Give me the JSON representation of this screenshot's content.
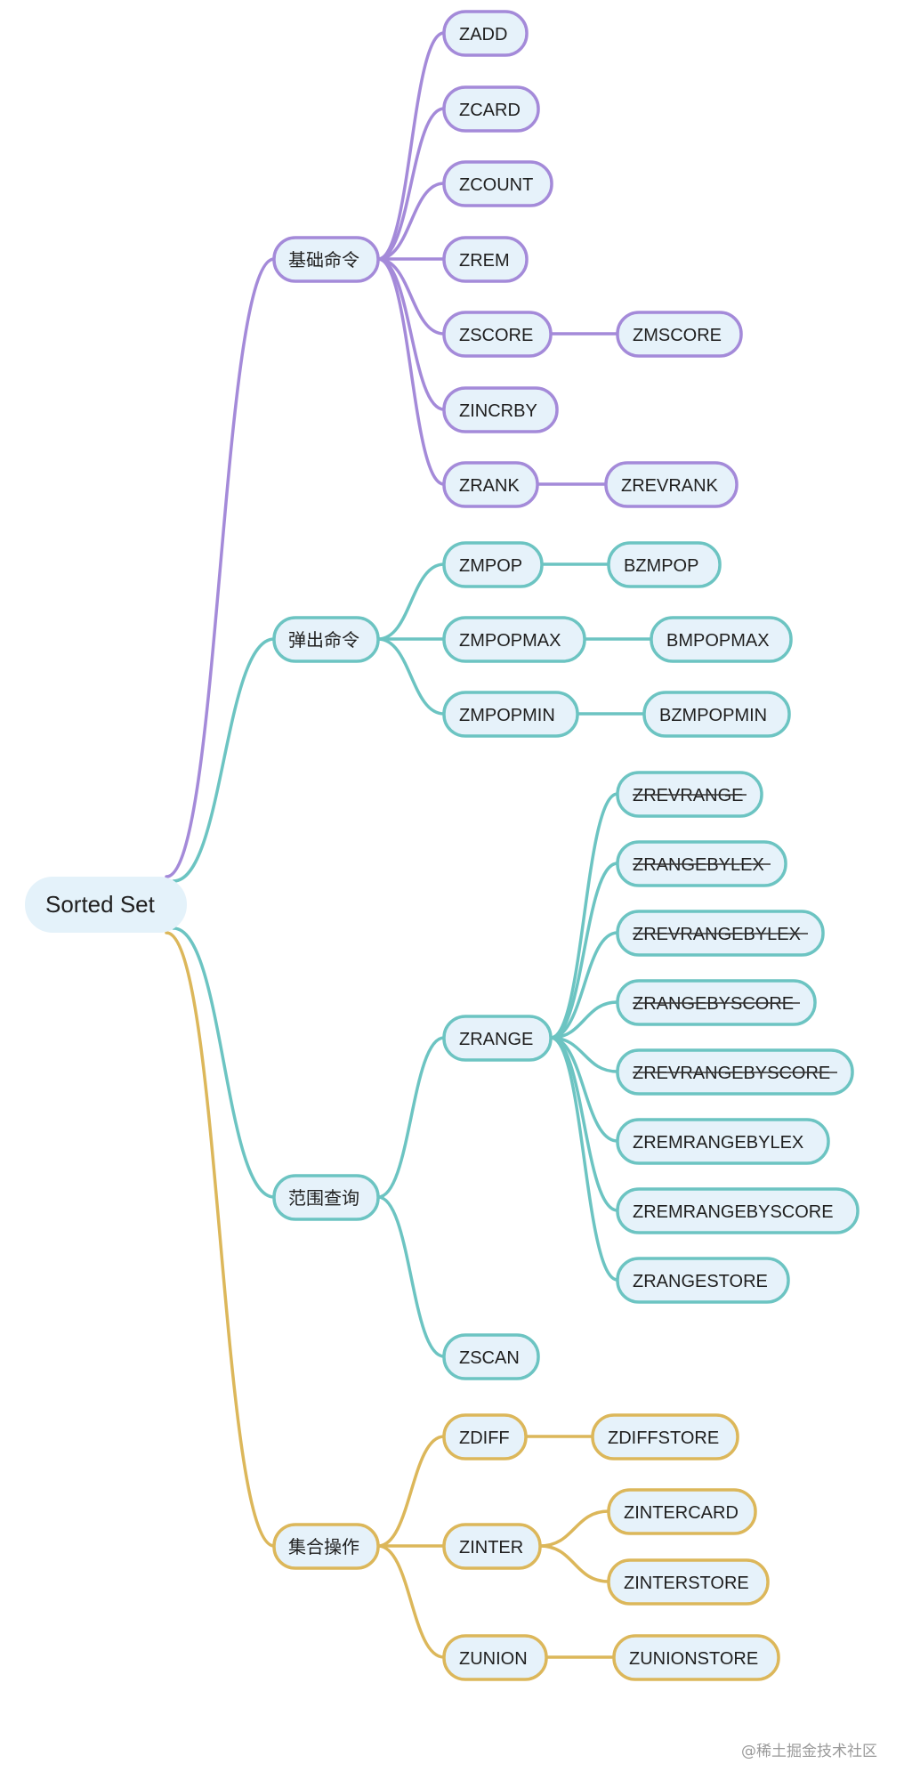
{
  "colors": {
    "purple": "#a48ad9",
    "teal": "#6cc4c2",
    "gold": "#dcb75a",
    "node_fill": "#e6f2fa",
    "root_fill": "#e4f2fa"
  },
  "root": {
    "label": "Sorted Set"
  },
  "branches": [
    {
      "label": "基础命令",
      "color": "purple",
      "children": [
        {
          "label": "ZADD"
        },
        {
          "label": "ZCARD"
        },
        {
          "label": "ZCOUNT"
        },
        {
          "label": "ZREM"
        },
        {
          "label": "ZSCORE",
          "next": [
            {
              "label": "ZMSCORE"
            }
          ]
        },
        {
          "label": "ZINCRBY"
        },
        {
          "label": "ZRANK",
          "next": [
            {
              "label": "ZREVRANK"
            }
          ]
        }
      ]
    },
    {
      "label": "弹出命令",
      "color": "teal",
      "children": [
        {
          "label": "ZMPOP",
          "next": [
            {
              "label": "BZMPOP"
            }
          ]
        },
        {
          "label": "ZMPOPMAX",
          "next": [
            {
              "label": "BMPOPMAX"
            }
          ]
        },
        {
          "label": "ZMPOPMIN",
          "next": [
            {
              "label": "BZMPOPMIN"
            }
          ]
        }
      ]
    },
    {
      "label": "范围查询",
      "color": "teal",
      "children": [
        {
          "label": "ZRANGE",
          "next": [
            {
              "label": "ZREVRANGE",
              "strikethrough": true
            },
            {
              "label": "ZRANGEBYLEX",
              "strikethrough": true
            },
            {
              "label": "ZREVRANGEBYLEX",
              "strikethrough": true
            },
            {
              "label": "ZRANGEBYSCORE",
              "strikethrough": true
            },
            {
              "label": "ZREVRANGEBYSCORE",
              "strikethrough": true
            },
            {
              "label": "ZREMRANGEBYLEX"
            },
            {
              "label": "ZREMRANGEBYSCORE"
            },
            {
              "label": "ZRANGESTORE"
            }
          ]
        },
        {
          "label": "ZSCAN"
        }
      ]
    },
    {
      "label": "集合操作",
      "color": "gold",
      "children": [
        {
          "label": "ZDIFF",
          "next": [
            {
              "label": "ZDIFFSTORE"
            }
          ]
        },
        {
          "label": "ZINTER",
          "next": [
            {
              "label": "ZINTERCARD"
            },
            {
              "label": "ZINTERSTORE"
            }
          ]
        },
        {
          "label": "ZUNION",
          "next": [
            {
              "label": "ZUNIONSTORE"
            }
          ]
        }
      ]
    }
  ],
  "watermark": "@稀土掘金技术社区"
}
